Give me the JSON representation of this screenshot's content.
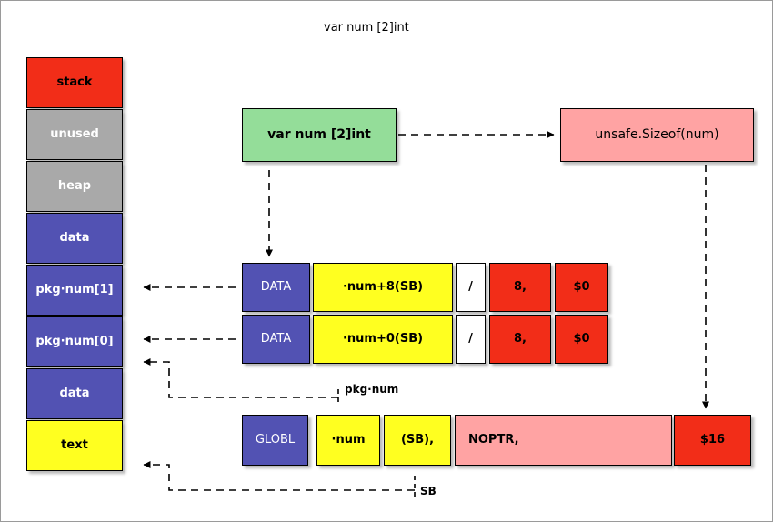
{
  "diagram": {
    "title": "var num [2]int",
    "colors": {
      "red": "#f22d18",
      "gray": "#a9a9a9",
      "blue": "#5252b3",
      "yellow": "#ffff20",
      "green": "#94dd99",
      "pink": "#ffa3a3",
      "white": "#ffffff",
      "border": "#000000",
      "page_border": "#9a9a9a"
    },
    "memory_layout": {
      "name": "memory-layout-column",
      "segments": [
        {
          "label": "stack",
          "color": "red"
        },
        {
          "label": "unused",
          "color": "gray"
        },
        {
          "label": "heap",
          "color": "gray"
        },
        {
          "label": "data",
          "color": "blue"
        },
        {
          "label": "pkg·num[1]",
          "color": "blue"
        },
        {
          "label": "pkg·num[0]",
          "color": "blue"
        },
        {
          "label": "data",
          "color": "blue"
        },
        {
          "label": "text",
          "color": "yellow"
        }
      ]
    },
    "declaration_box": {
      "label": "var num [2]int",
      "color": "green"
    },
    "sizeof_box": {
      "label": "unsafe.Sizeof(num)",
      "color": "pink"
    },
    "asm_rows": [
      {
        "name": "data-row-high",
        "cells": [
          {
            "label": "DATA",
            "color": "blue"
          },
          {
            "label": "·num+8(SB)",
            "color": "yellow"
          },
          {
            "label": "/",
            "color": "white"
          },
          {
            "label": "8,",
            "color": "red"
          },
          {
            "label": "$0",
            "color": "red"
          }
        ]
      },
      {
        "name": "data-row-low",
        "cells": [
          {
            "label": "DATA",
            "color": "blue"
          },
          {
            "label": "·num+0(SB)",
            "color": "yellow"
          },
          {
            "label": "/",
            "color": "white"
          },
          {
            "label": "8,",
            "color": "red"
          },
          {
            "label": "$0",
            "color": "red"
          }
        ]
      }
    ],
    "globl_row": {
      "name": "globl-row",
      "cells": [
        {
          "label": "GLOBL",
          "color": "blue"
        },
        {
          "label": "·num",
          "color": "yellow"
        },
        {
          "label": "(SB),",
          "color": "yellow"
        },
        {
          "label": "NOPTR,",
          "color": "pink"
        },
        {
          "label": "$16",
          "color": "red"
        }
      ]
    },
    "annotations": {
      "pkg_num_label": "pkg·num",
      "sb_label": "SB"
    }
  }
}
